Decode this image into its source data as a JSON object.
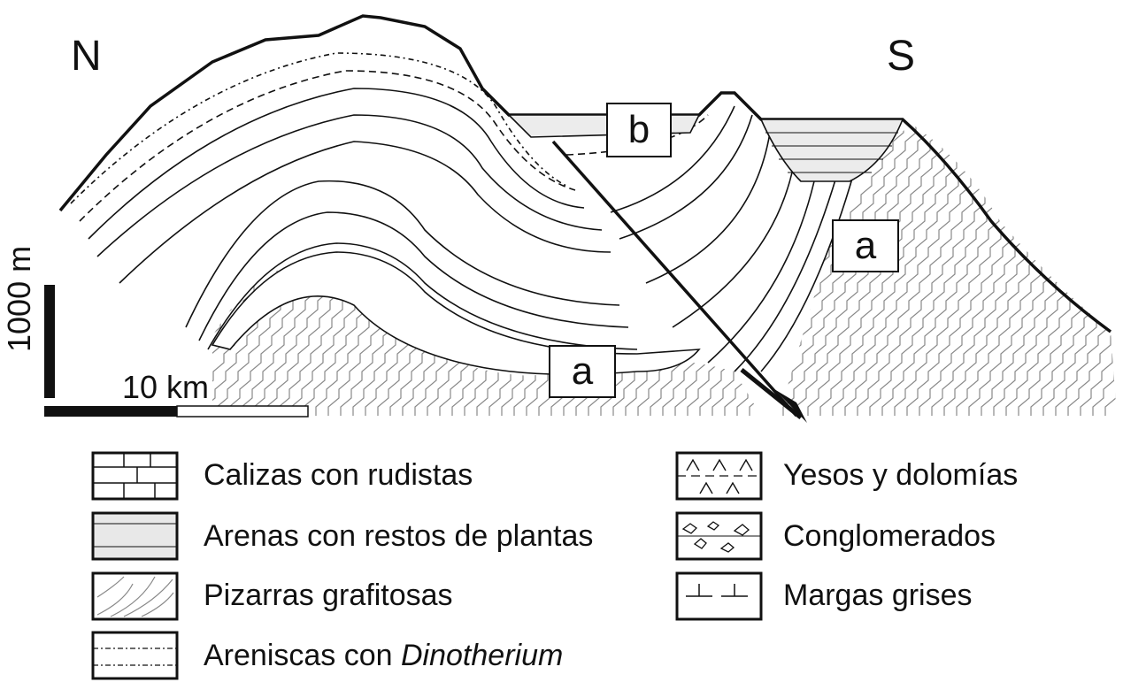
{
  "orientation": {
    "left": "N",
    "right": "S"
  },
  "section_labels": {
    "a1": "a",
    "a2": "a",
    "b": "b"
  },
  "scale": {
    "vertical": "1000 m",
    "horizontal": "10 km"
  },
  "legend": {
    "left": [
      {
        "pattern": "limestone",
        "text": "Calizas con rudistas"
      },
      {
        "pattern": "sand",
        "text": "Arenas con restos de plantas"
      },
      {
        "pattern": "schist",
        "text": "Pizarras grafitosas"
      },
      {
        "pattern": "sandstone",
        "text_plain": "Areniscas con ",
        "text_italic": "Dinotherium"
      }
    ],
    "right": [
      {
        "pattern": "gypsum",
        "text": "Yesos y dolomías"
      },
      {
        "pattern": "conglomerate",
        "text": "Conglomerados"
      },
      {
        "pattern": "marl",
        "text": "Margas grises"
      }
    ]
  }
}
